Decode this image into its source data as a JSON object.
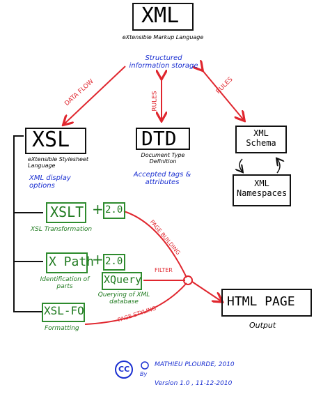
{
  "xml": {
    "title": "XML",
    "subtitle": "eXtensible Markup Language",
    "note": "Structured information storage"
  },
  "xsl": {
    "title": "XSL",
    "subtitle": "eXtensible Stylesheet Language",
    "note": "XML display options"
  },
  "dtd": {
    "title": "DTD",
    "subtitle": "Document Type Definition",
    "note": "Accepted tags & attributes"
  },
  "schema": {
    "title": "XML Schema"
  },
  "namespaces": {
    "title": "XML Namespaces"
  },
  "xslt": {
    "title": "XSLT",
    "plus": "+",
    "version": "2.0",
    "caption": "XSL Transformation"
  },
  "xpath": {
    "title": "X Path",
    "plus": "+",
    "version": "2.0",
    "caption": "Identification of parts"
  },
  "xquery": {
    "title": "XQuery",
    "caption": "Querying of XML database"
  },
  "xslfo": {
    "title": "XSL-FO",
    "caption": "Formatting"
  },
  "html": {
    "title": "HTML PAGE",
    "caption": "Output"
  },
  "edges": {
    "data_flow": "DATA FLOW",
    "rules1": "RULES",
    "rules2": "RULES",
    "page_building": "PAGE BUILDING",
    "filter": "FILTER",
    "page_styling": "PAGE STYLING"
  },
  "credit": {
    "cc": "CC",
    "author": "MATHIEU PLOURDE, 2010",
    "by": "By",
    "version": "Version 1.0 , 11-12-2010"
  },
  "colors": {
    "red": "#e0262e",
    "green": "#1f7a1f",
    "blue": "#1a2fd1",
    "black": "#111111"
  }
}
